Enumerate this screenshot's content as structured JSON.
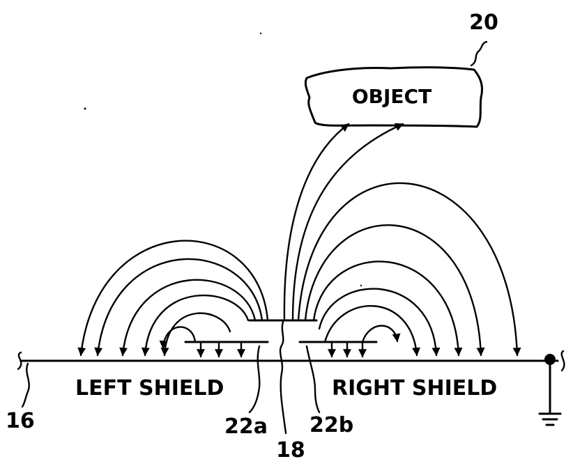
{
  "labels": {
    "object_ref": "20",
    "object": "OBJECT",
    "left_shield": "LEFT SHIELD",
    "right_shield": "RIGHT SHIELD",
    "shield_ref": "16",
    "left_electrode_ref": "22a",
    "center_electrode_ref": "18",
    "right_electrode_ref": "22b"
  }
}
